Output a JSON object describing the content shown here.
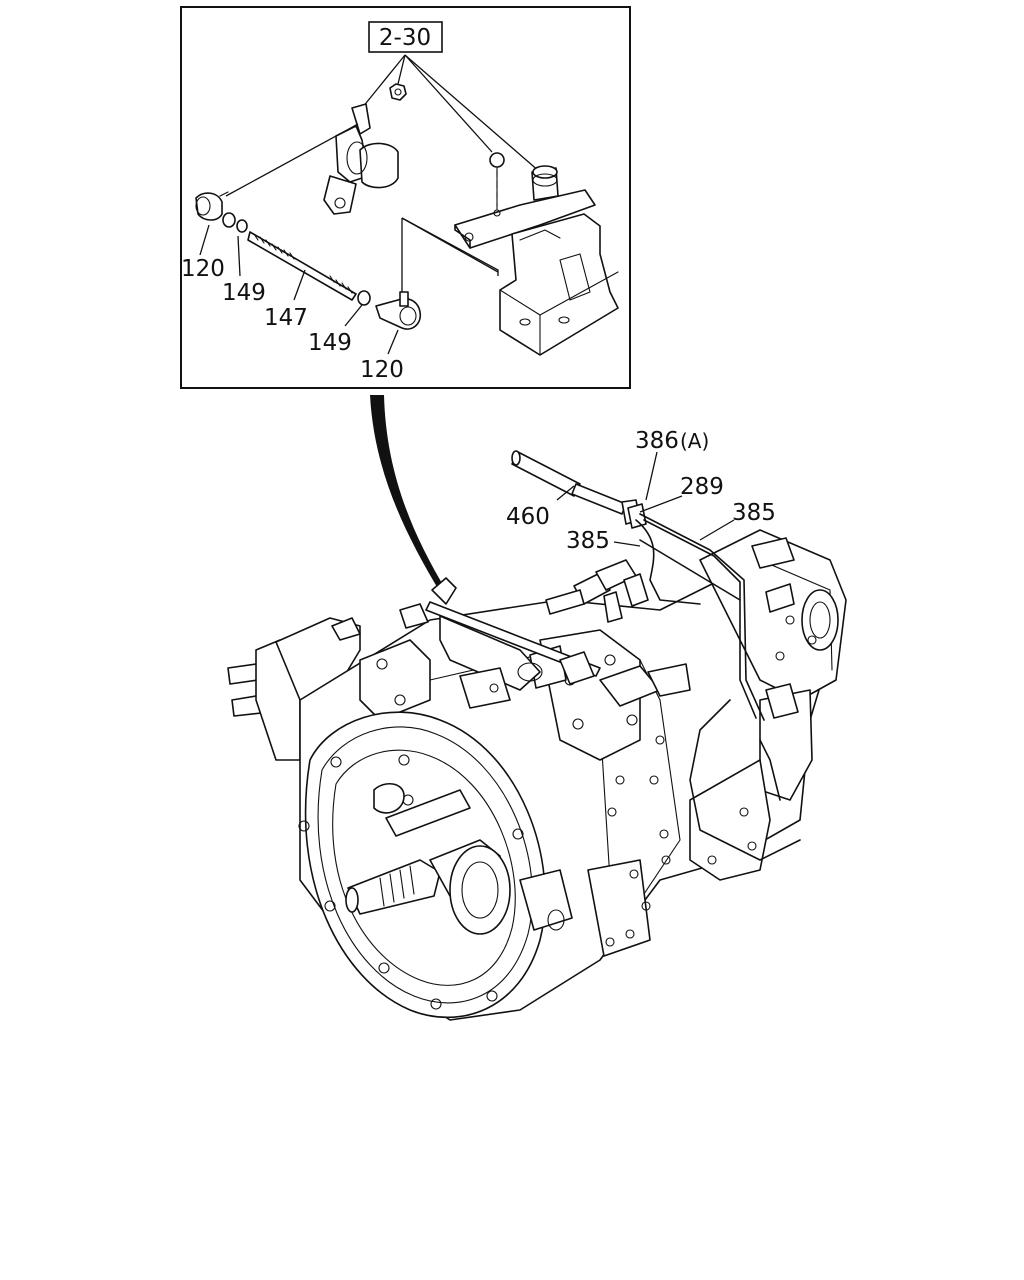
{
  "detail_group_label": "2-30",
  "part_labels": {
    "p120_a": "120",
    "p149_a": "149",
    "p147": "147",
    "p149_b": "149",
    "p120_b": "120",
    "p386": "386",
    "p386_suffix": "(A)",
    "p289": "289",
    "p385_a": "385",
    "p460": "460",
    "p385_b": "385"
  }
}
